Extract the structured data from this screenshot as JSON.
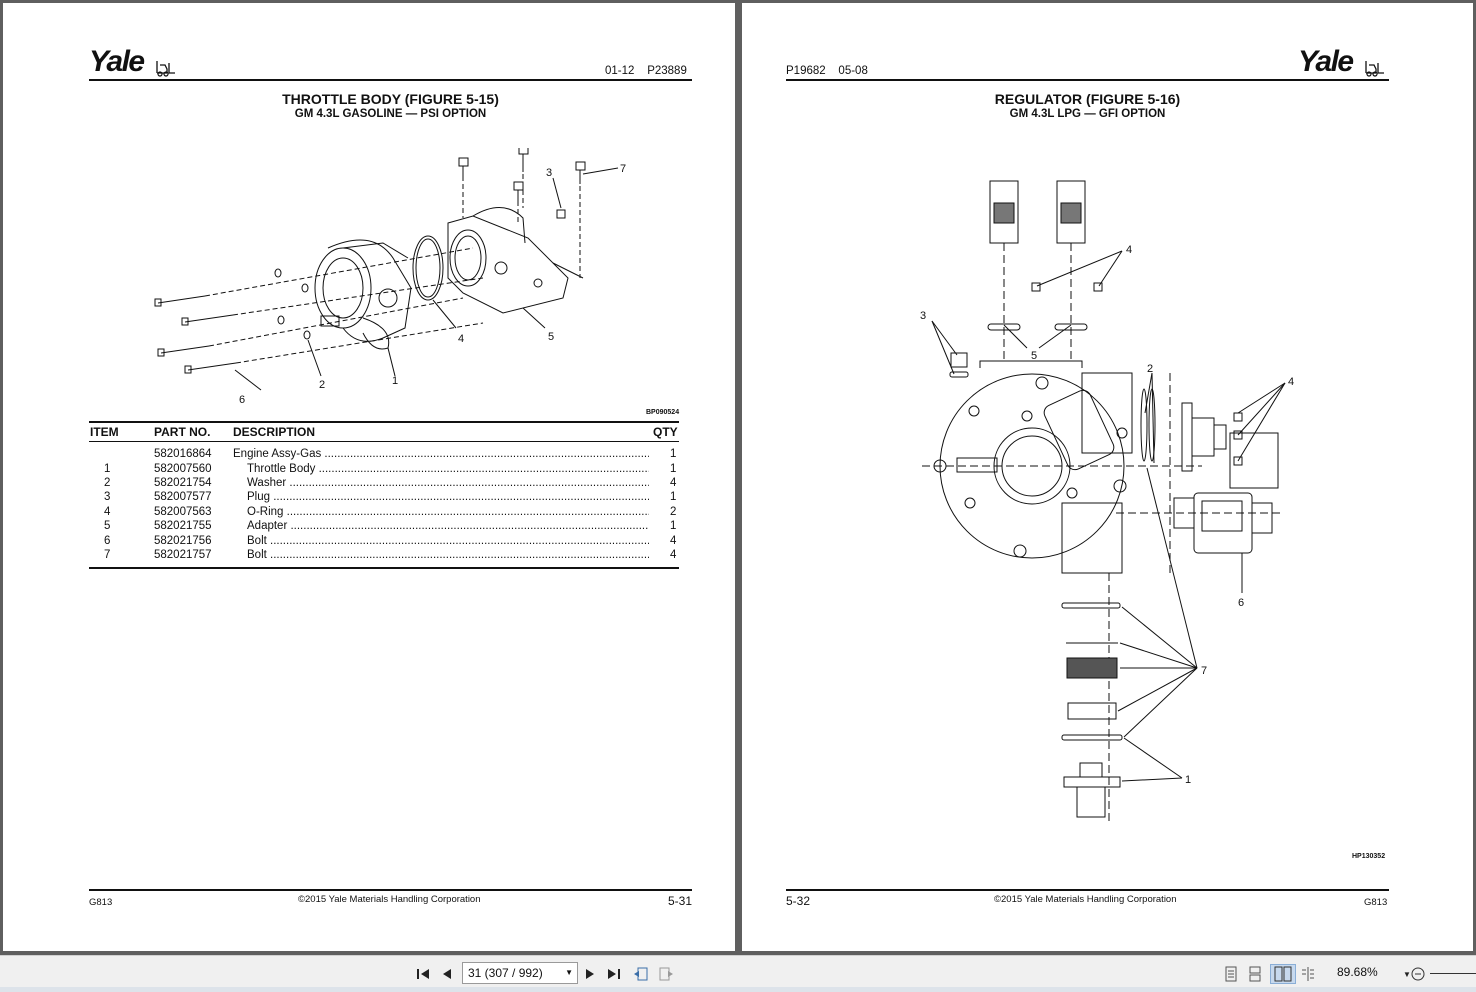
{
  "viewer": {
    "page_indicator": "31 (307 / 992)",
    "zoom": "89.68%"
  },
  "left_page": {
    "logo": "Yale",
    "header_code": "01-12    P23889",
    "title": "THROTTLE BODY (FIGURE 5-15)",
    "subtitle": "GM 4.3L GASOLINE — PSI OPTION",
    "figure_code": "BP090524",
    "callouts": [
      "1",
      "2",
      "3",
      "4",
      "5",
      "6",
      "7"
    ],
    "table": {
      "headers": {
        "item": "ITEM",
        "part_no": "PART NO.",
        "description": "DESCRIPTION",
        "qty": "QTY"
      },
      "rows": [
        {
          "item": "",
          "part_no": "582016864",
          "description": "Engine Assy-Gas",
          "qty": "1"
        },
        {
          "item": "1",
          "part_no": "582007560",
          "description": "Throttle Body",
          "qty": "1"
        },
        {
          "item": "2",
          "part_no": "582021754",
          "description": "Washer",
          "qty": "4"
        },
        {
          "item": "3",
          "part_no": "582007577",
          "description": "Plug",
          "qty": "1"
        },
        {
          "item": "4",
          "part_no": "582007563",
          "description": "O-Ring",
          "qty": "2"
        },
        {
          "item": "5",
          "part_no": "582021755",
          "description": "Adapter",
          "qty": "1"
        },
        {
          "item": "6",
          "part_no": "582021756",
          "description": "Bolt",
          "qty": "4"
        },
        {
          "item": "7",
          "part_no": "582021757",
          "description": "Bolt",
          "qty": "4"
        }
      ]
    },
    "footer_left": "G813",
    "footer_center": "©2015 Yale Materials Handling Corporation",
    "footer_right": "5-31"
  },
  "right_page": {
    "logo": "Yale",
    "header_code": "P19682    05-08",
    "title": "REGULATOR (FIGURE 5-16)",
    "subtitle": "GM 4.3L LPG — GFI OPTION",
    "figure_code": "HP130352",
    "callouts": [
      "1",
      "2",
      "3",
      "4",
      "4",
      "5",
      "6",
      "7"
    ],
    "footer_left": "5-32",
    "footer_center": "©2015 Yale Materials Handling Corporation",
    "footer_right": "G813"
  },
  "icons": {
    "first": "first-page-icon",
    "prev": "prev-page-icon",
    "next": "next-page-icon",
    "last": "last-page-icon"
  }
}
